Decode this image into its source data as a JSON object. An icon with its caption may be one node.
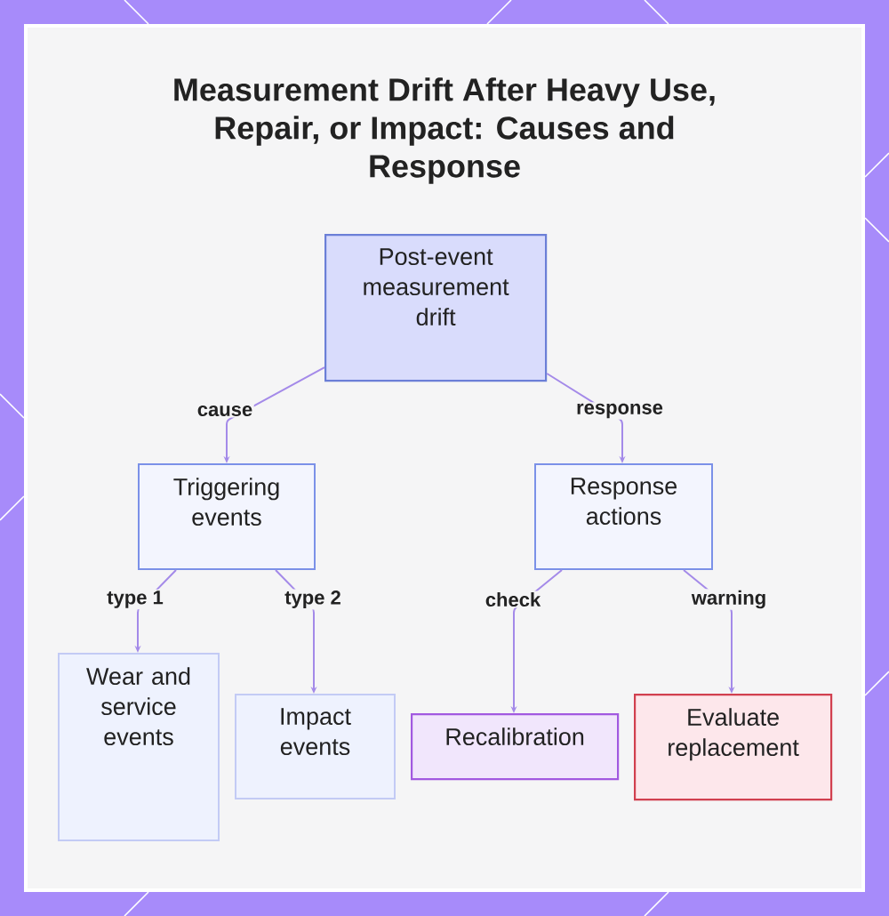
{
  "diagram": {
    "title": "Measurement Drift After Heavy Use, Repair, or Impact: Causes and Response",
    "nodes": [
      {
        "text": [
          "Post-event measurement drift"
        ]
      },
      {
        "text": [
          "Triggering events"
        ]
      },
      {
        "text": [
          "Response actions"
        ]
      },
      {
        "text": [
          "Wear and service events"
        ]
      },
      {
        "text": [
          "Impact events"
        ]
      },
      {
        "text": [
          "Recalibration"
        ]
      },
      {
        "text": [
          "Evaluate replacement"
        ]
      }
    ],
    "edges": [
      {
        "from": 0,
        "to": 1,
        "arrow": "to",
        "label": "cause"
      },
      {
        "from": 0,
        "to": 2,
        "arrow": "to",
        "label": "response"
      },
      {
        "from": 1,
        "to": 3,
        "arrow": "to",
        "label": "type 1"
      },
      {
        "from": 1,
        "to": 4,
        "arrow": "to",
        "label": "type 2"
      },
      {
        "from": 2,
        "to": 5,
        "arrow": "to",
        "label": "check"
      },
      {
        "from": 2,
        "to": 6,
        "arrow": "to",
        "label": "warning"
      }
    ]
  }
}
